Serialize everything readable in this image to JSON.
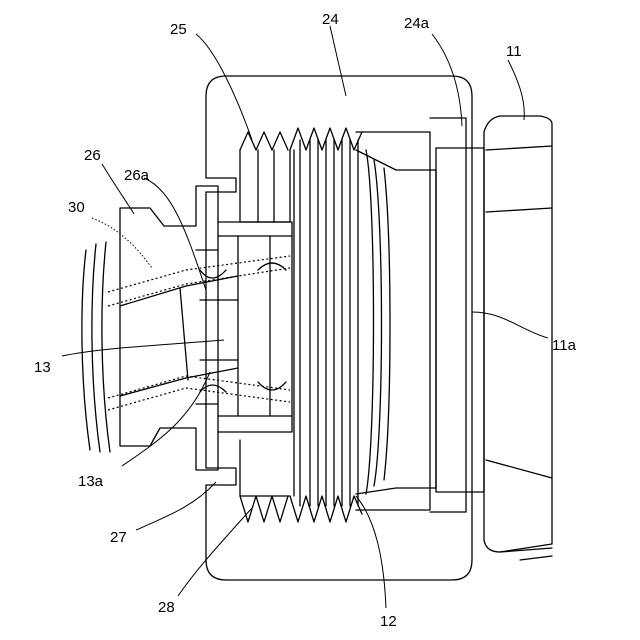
{
  "labels": {
    "l25": "25",
    "l24": "24",
    "l24a": "24a",
    "l11": "11",
    "l26": "26",
    "l26a": "26a",
    "l30": "30",
    "l13": "13",
    "l11a": "11a",
    "l13a": "13a",
    "l27": "27",
    "l28": "28",
    "l12": "12"
  }
}
